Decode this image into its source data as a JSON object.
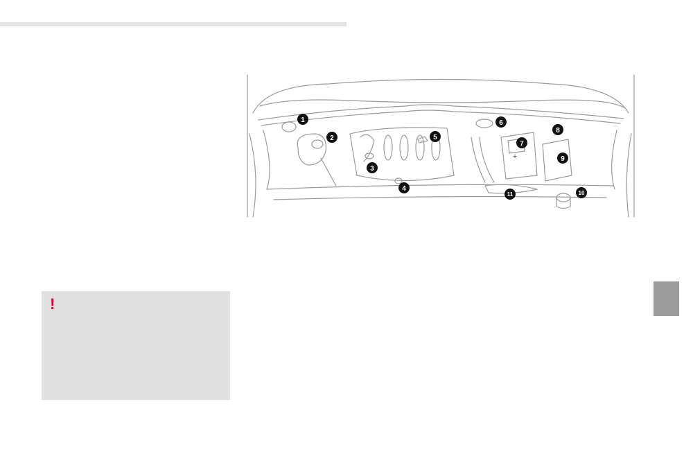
{
  "warning": {
    "icon": "!"
  },
  "diagram": {
    "callouts": [
      "1",
      "2",
      "3",
      "4",
      "5",
      "6",
      "7",
      "8",
      "9",
      "10",
      "11"
    ],
    "battery_symbol": "+"
  },
  "colors": {
    "accent": "#e4003a",
    "tab": "#9b9b9b",
    "box": "#e0e0e0",
    "rule": "#e2e2e2"
  }
}
